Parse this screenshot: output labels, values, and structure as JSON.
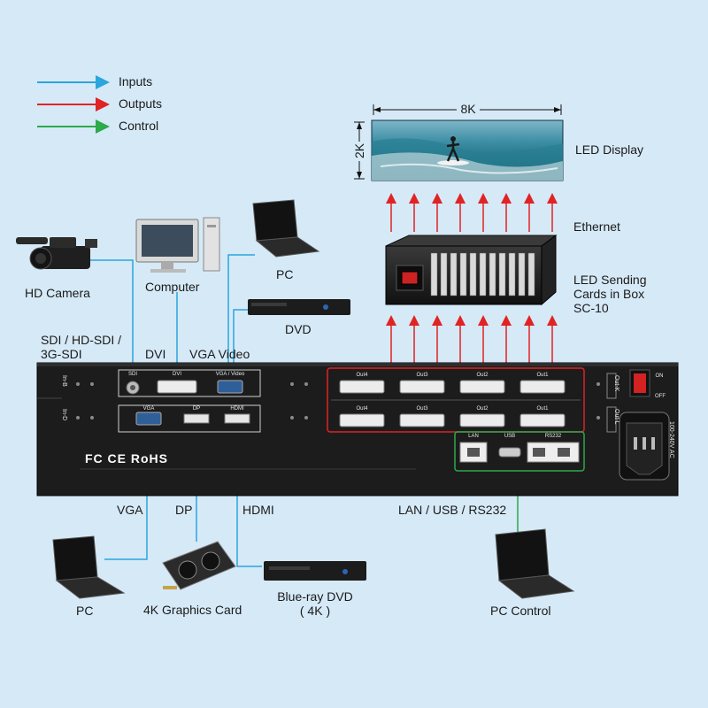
{
  "legend": [
    {
      "label": "Inputs",
      "color": "#2aa5dd"
    },
    {
      "label": "Outputs",
      "color": "#e02323"
    },
    {
      "label": "Control",
      "color": "#2daa4a"
    }
  ],
  "display": {
    "width_label": "8K",
    "height_label": "2K",
    "name": "LED Display"
  },
  "ethernet_label": "Ethernet",
  "sending_box": {
    "line1": "LED Sending",
    "line2": "Cards in Box",
    "line3": "SC-10"
  },
  "sources_top": {
    "camera": "HD Camera",
    "computer": "Computer",
    "pc": "PC",
    "dvd": "DVD"
  },
  "port_labels_top": {
    "sdi_line1": "SDI / HD-SDI /",
    "sdi_line2": "3G-SDI",
    "dvi": "DVI",
    "vga_video": "VGA  Video"
  },
  "port_labels_bottom": {
    "vga": "VGA",
    "dp": "DP",
    "hdmi": "HDMI",
    "control": "LAN / USB / RS232"
  },
  "sources_bottom": {
    "pc": "PC",
    "graphics": "4K Graphics Card",
    "bluray_line1": "Blue-ray DVD",
    "bluray_line2": "( 4K )",
    "pc_control": "PC Control"
  },
  "panel": {
    "slot_b": "In-B",
    "slot_d": "In-D",
    "sdi": "SDI",
    "dvi": "DVI",
    "vga_video": "VGA / Video",
    "vga": "VGA",
    "dp": "DP",
    "hdmi": "HDMI",
    "outs_row1": [
      "Out4",
      "Out3",
      "Out2",
      "Out1"
    ],
    "outs_row2": [
      "Out4",
      "Out3",
      "Out2",
      "Out1"
    ],
    "out_k": "Out-K",
    "out_l": "Out-L",
    "lan": "LAN",
    "usb": "USB",
    "rs232": "RS232",
    "rs_out": "Out",
    "rs_in": "In",
    "on": "ON",
    "off": "OFF",
    "power": "100-240V AC",
    "certs": "FC CE RoHS"
  },
  "colors": {
    "background": "#d6e9f7",
    "inputs": "#2aa5dd",
    "outputs": "#e02323",
    "control": "#2daa4a",
    "panel": "#1c1c1c"
  }
}
